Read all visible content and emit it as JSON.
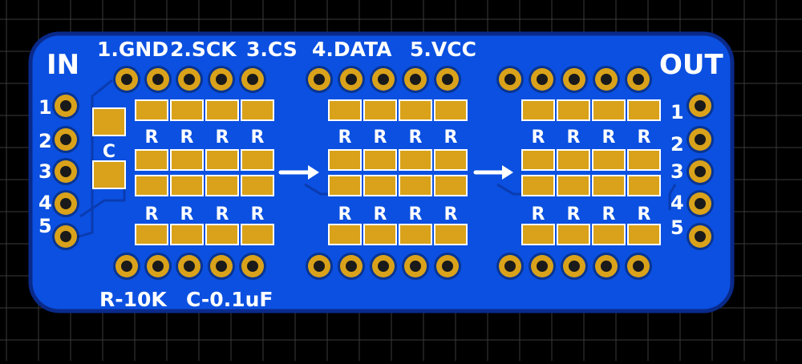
{
  "colors": {
    "background": "#000000",
    "grid": "#3a3a3a",
    "board_outline": "#0a2a8a",
    "board_fill": "#0b50e0",
    "trace": "#0a3bb0",
    "pad": "#d9a21a",
    "silk": "#ffffff"
  },
  "labels": {
    "in": "IN",
    "out": "OUT",
    "pin_header": [
      "1.GND",
      "2.SCK",
      "3.CS",
      "4.DATA",
      "5.VCC"
    ],
    "footer": [
      "R-10K",
      "C-0.1uF"
    ],
    "capacitor": "C",
    "resistor": "R",
    "edge_pins": [
      "1",
      "2",
      "3",
      "4",
      "5"
    ],
    "arrow_icons": [
      "arrow-right-icon",
      "arrow-right-icon"
    ]
  }
}
